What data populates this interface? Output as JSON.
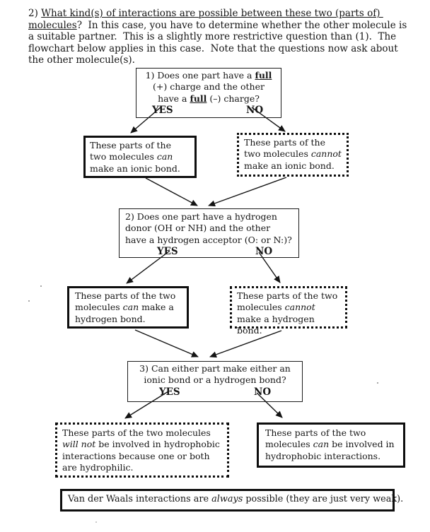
{
  "colors": {
    "ink": "#161616",
    "paper": "#ffffff"
  },
  "intro": {
    "prefix": "2) ",
    "underlined": "What kind(s) of interactions are possible between these two (parts of) molecules",
    "rest": "?  In this case, you have to determine whether the other molecule is a suitable partner.  This is a slightly more restrictive question than (1).  The flowchart below applies in this case.  Note that the questions now ask about the other molecule(s)."
  },
  "flow": {
    "q1": {
      "seg1": "1) Does one part have a ",
      "full1": "full",
      "seg2": " (+) charge and the other have a ",
      "full2": "full",
      "seg3": " (–) charge?",
      "yes": "YES",
      "no": "NO"
    },
    "ionic_can": {
      "pre": "These parts of the two molecules ",
      "em": "can",
      "post": " make an ionic bond."
    },
    "ionic_cannot": {
      "pre": "These parts of the two molecules ",
      "em": "cannot",
      "post": " make an ionic bond."
    },
    "q2": {
      "lines": [
        "2) Does one part have a hydrogen",
        "donor (OH or NH) and the other",
        "have a hydrogen acceptor (O: or N:)?"
      ],
      "yes": "YES",
      "no": "NO"
    },
    "hbond_can": {
      "pre": "These parts of the two molecules ",
      "em": "can",
      "post": " make a hydrogen bond."
    },
    "hbond_cannot": {
      "pre": "These parts of the two molecules ",
      "em": "cannot",
      "post": " make a hydrogen bond."
    },
    "q3": {
      "lines": [
        "3) Can either part make either an",
        "ionic bond or a hydrogen bond?"
      ],
      "yes": "YES",
      "no": "NO"
    },
    "hydro_not": {
      "pre": "These parts of the two molecules ",
      "em": "will not",
      "post": " be involved in hydrophobic interactions because one or both are hydrophilic."
    },
    "hydro_can": {
      "pre": "These parts of the two molecules ",
      "em": "can",
      "post": " be involved in hydrophobic interactions."
    },
    "vdw": {
      "pre": "Van der Waals interactions are ",
      "em": "always",
      "post": " possible (they are just very weak)."
    }
  }
}
